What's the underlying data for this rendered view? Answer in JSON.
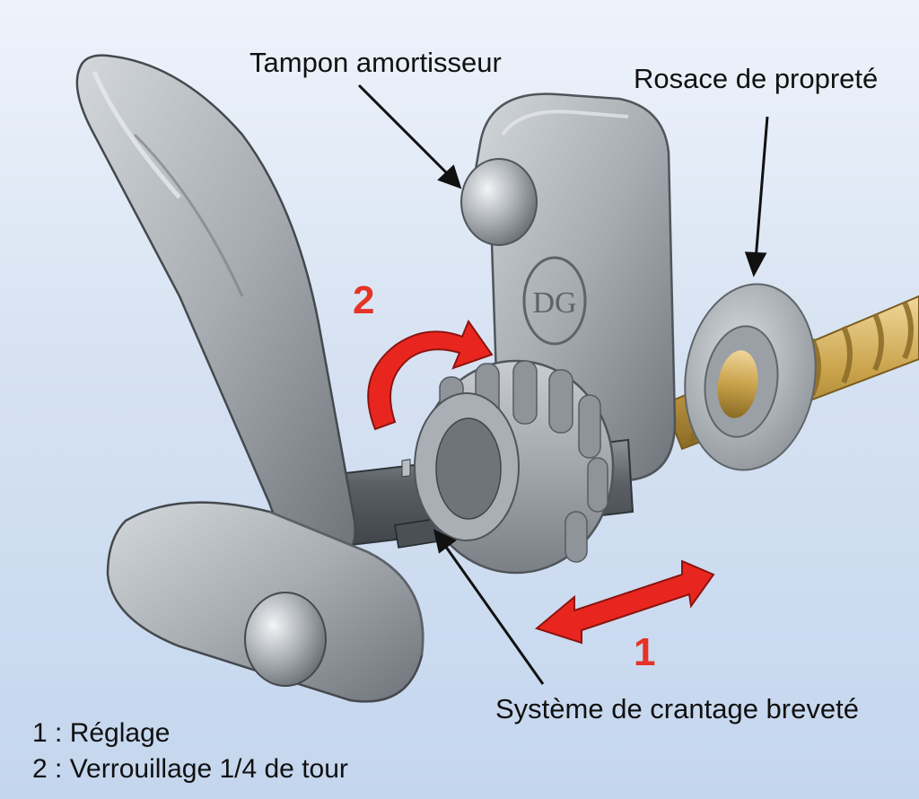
{
  "labels": {
    "tampon": "Tampon amortisseur",
    "rosace": "Rosace de propreté",
    "crantage": "Système de crantage breveté"
  },
  "markers": {
    "step1": "1",
    "step2": "2"
  },
  "legend": {
    "line1": "1 : Réglage",
    "line2": "2 : Verrouillage 1/4 de tour"
  },
  "logo_text": "DG",
  "colors": {
    "background": "#d6e2f2",
    "metal": "#a4aaaf",
    "metal_dark": "#6f757a",
    "screw": "#c9a24a",
    "arrow_red": "#e8261f",
    "marker_red": "#e53326"
  }
}
